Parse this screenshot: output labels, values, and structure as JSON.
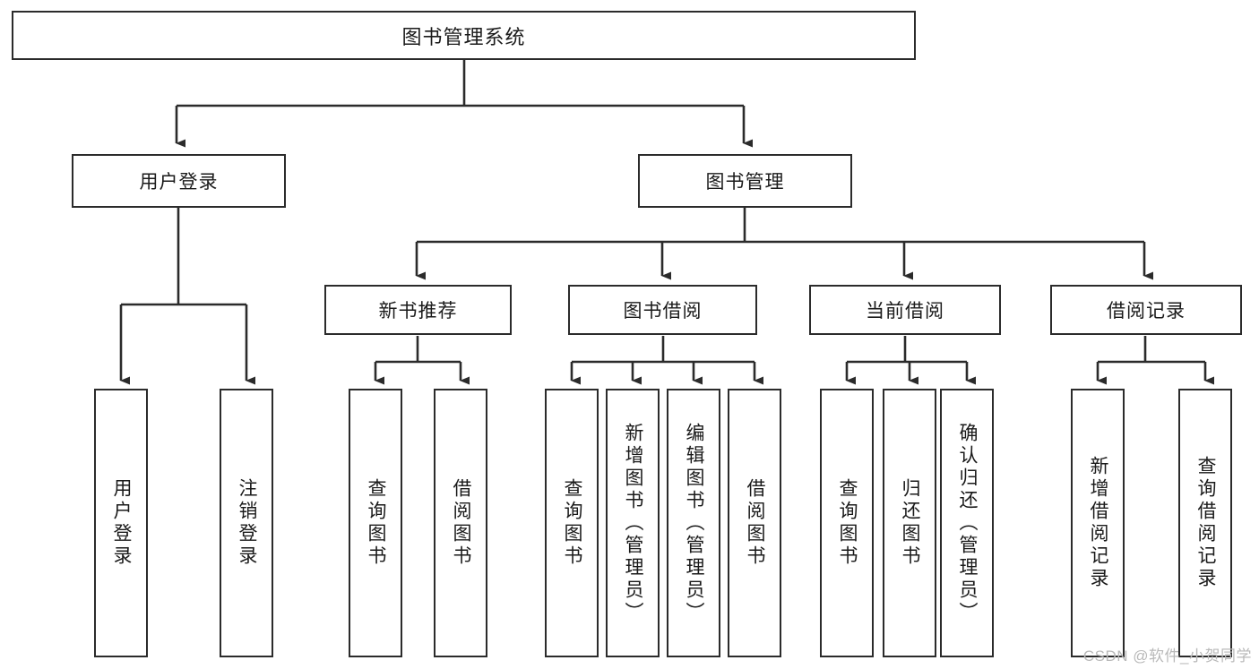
{
  "diagram": {
    "title": "图书管理系统",
    "type": "hierarchy-tree",
    "orientation": "top-down",
    "colors": {
      "stroke": "#2b2b2b",
      "fill": "#ffffff",
      "text": "#1a1a1a",
      "watermark": "#b9b9b9"
    },
    "root": {
      "label": "图书管理系统"
    },
    "level2": [
      {
        "label": "用户登录"
      },
      {
        "label": "图书管理"
      }
    ],
    "level3": [
      {
        "label": "新书推荐"
      },
      {
        "label": "图书借阅"
      },
      {
        "label": "当前借阅"
      },
      {
        "label": "借阅记录"
      }
    ],
    "leaves": {
      "user_login": [
        {
          "label": "用户登录"
        },
        {
          "label": "注销登录"
        }
      ],
      "new_book_recommend": [
        {
          "label": "查询图书"
        },
        {
          "label": "借阅图书"
        }
      ],
      "book_borrow": [
        {
          "label": "查询图书"
        },
        {
          "label": "新增图书（管理员）"
        },
        {
          "label": "编辑图书（管理员）"
        },
        {
          "label": "借阅图书"
        }
      ],
      "current_borrow": [
        {
          "label": "查询图书"
        },
        {
          "label": "归还图书"
        },
        {
          "label": "确认归还（管理员）"
        }
      ],
      "borrow_record": [
        {
          "label": "新增借阅记录"
        },
        {
          "label": "查询借阅记录"
        }
      ]
    }
  },
  "watermark": {
    "text": "CSDN @软件_小贺同学"
  }
}
